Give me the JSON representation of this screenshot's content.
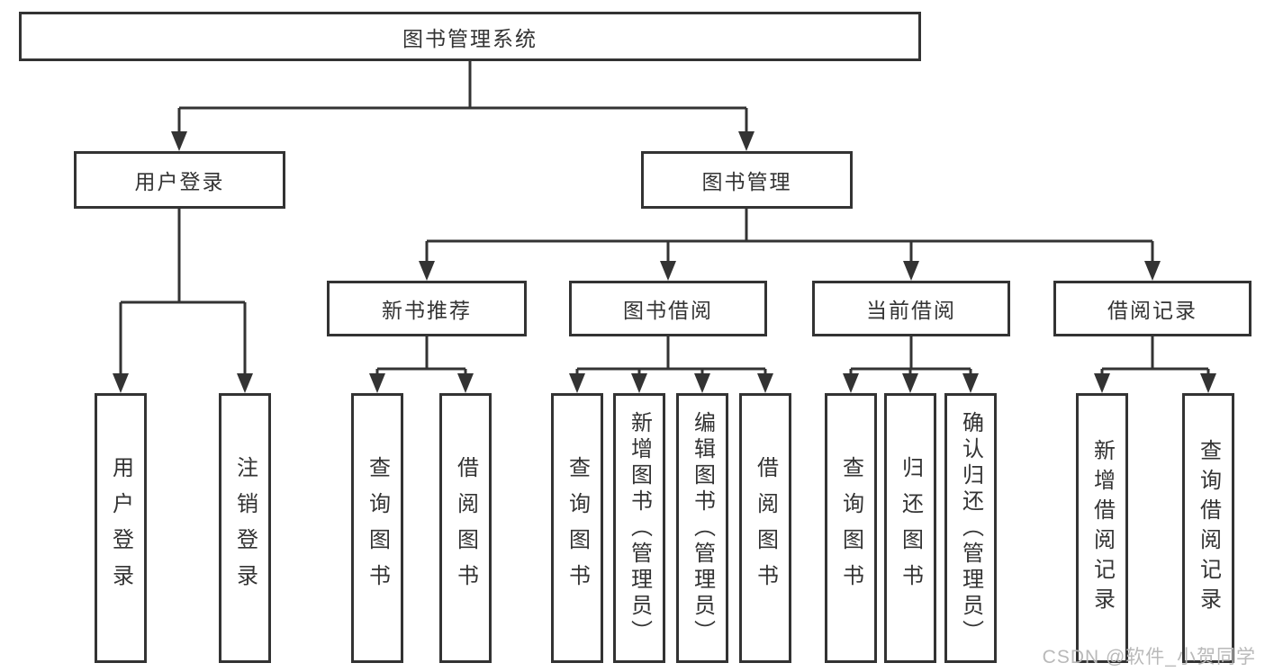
{
  "root_label": "图书管理系统",
  "level2": {
    "user_login": {
      "label": "用户登录",
      "children": {
        "login": "用户登录",
        "logout": "注销登录"
      }
    },
    "book_mgmt": {
      "label": "图书管理"
    }
  },
  "level3": {
    "new_book_rec": {
      "label": "新书推荐",
      "children": {
        "query": "查询图书",
        "borrow": "借阅图书"
      }
    },
    "book_borrow": {
      "label": "图书借阅",
      "children": {
        "query": "查询图书",
        "add": "新增图书（管理员）",
        "edit": "编辑图书（管理员）",
        "borrow": "借阅图书"
      }
    },
    "current_borrow": {
      "label": "当前借阅",
      "children": {
        "query": "查询图书",
        "return": "归还图书",
        "confirm": "确认归还（管理员）"
      }
    },
    "borrow_records": {
      "label": "借阅记录",
      "children": {
        "add": "新增借阅记录",
        "query": "查询借阅记录"
      }
    }
  },
  "watermark": "CSDN @软件_小贺同学",
  "colors": {
    "line": "#333333",
    "text": "#333333",
    "box_background": "#ffffff",
    "page_background": "#ffffff",
    "watermark": "#b9b9b9"
  }
}
